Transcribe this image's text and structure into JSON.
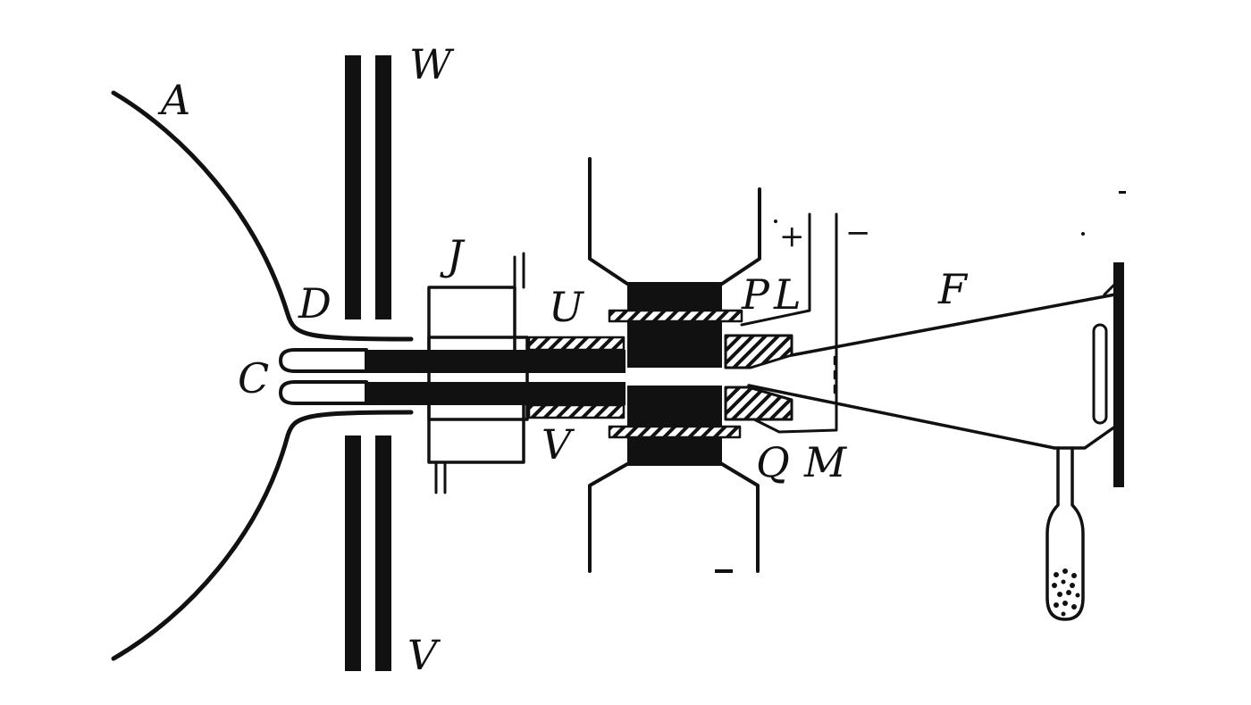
{
  "labels": {
    "A": "A",
    "W": "W",
    "V_bottom": "V",
    "D": "D",
    "C": "C",
    "J": "J",
    "U": "U",
    "V_mid": "V",
    "P": "P",
    "L": "L",
    "plus": "+",
    "minus": "−",
    "F": "F",
    "Q": "Q",
    "M": "M"
  },
  "colors": {
    "ink": "#111111",
    "paper": "#ffffff"
  }
}
